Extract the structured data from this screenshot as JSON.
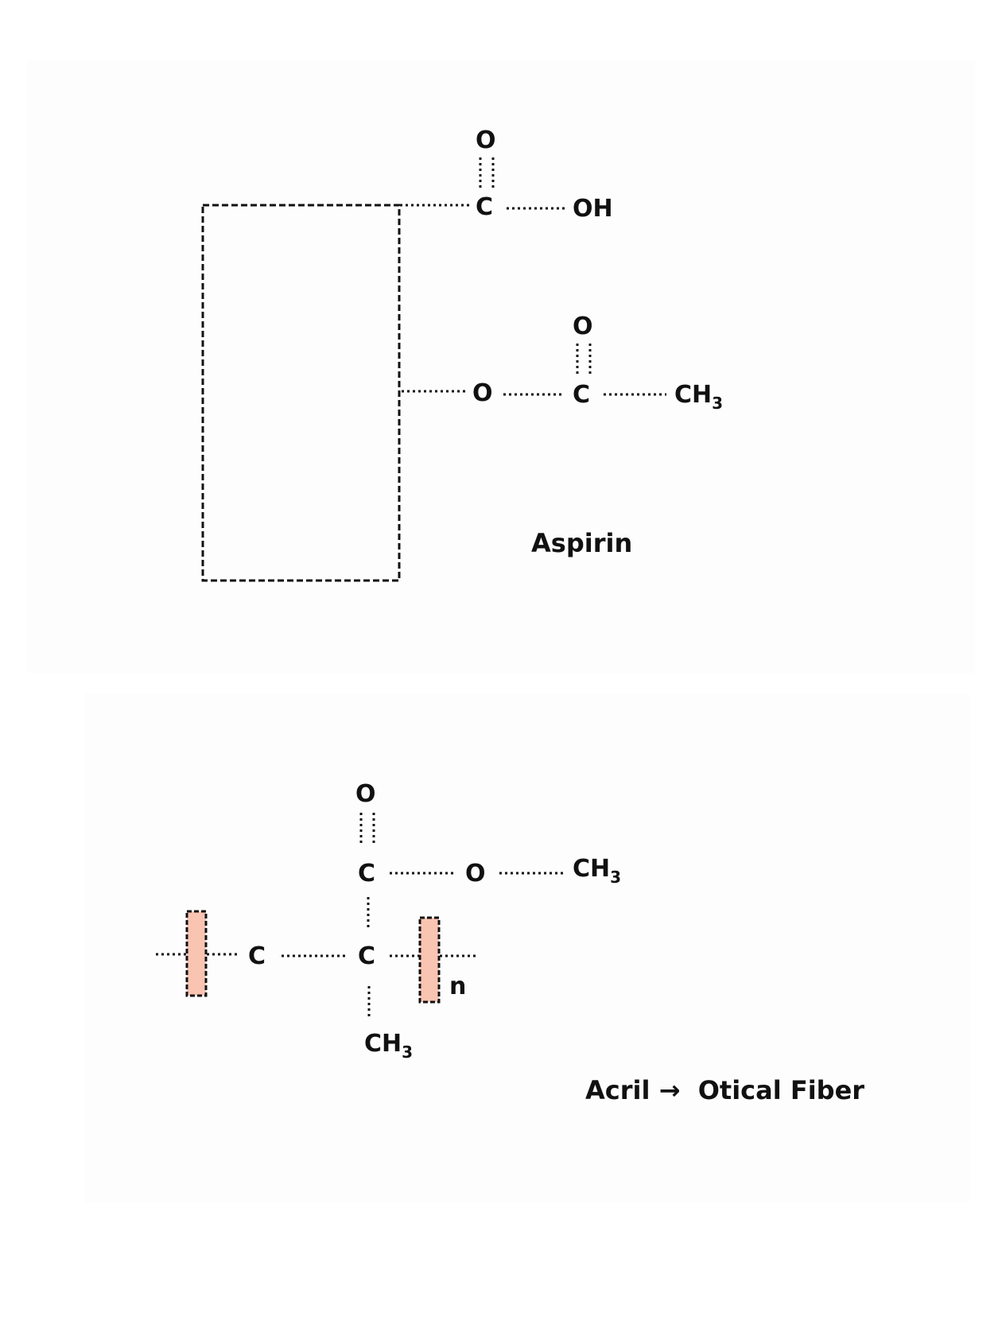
{
  "aspirin": {
    "carboxyl": {
      "carbonyl_o": "O",
      "carbon": "C",
      "hydroxyl": "OH"
    },
    "ester": {
      "oxygen": "O",
      "carbonyl_o": "O",
      "carbon": "C",
      "methyl": "CH",
      "methyl_sub": "3"
    },
    "caption": "Aspirin"
  },
  "acrylic": {
    "carbonyl_o": "O",
    "ester_carbon": "C",
    "ester_oxygen": "O",
    "ester_methyl": "CH",
    "ester_methyl_sub": "3",
    "backbone_c1": "C",
    "backbone_c2": "C",
    "side_methyl": "CH",
    "side_methyl_sub": "3",
    "repeat_label": "n",
    "caption": "Acril →  Otical Fiber"
  },
  "colors": {
    "bracket_fill": "#f9c4b2",
    "ink": "#111111"
  }
}
